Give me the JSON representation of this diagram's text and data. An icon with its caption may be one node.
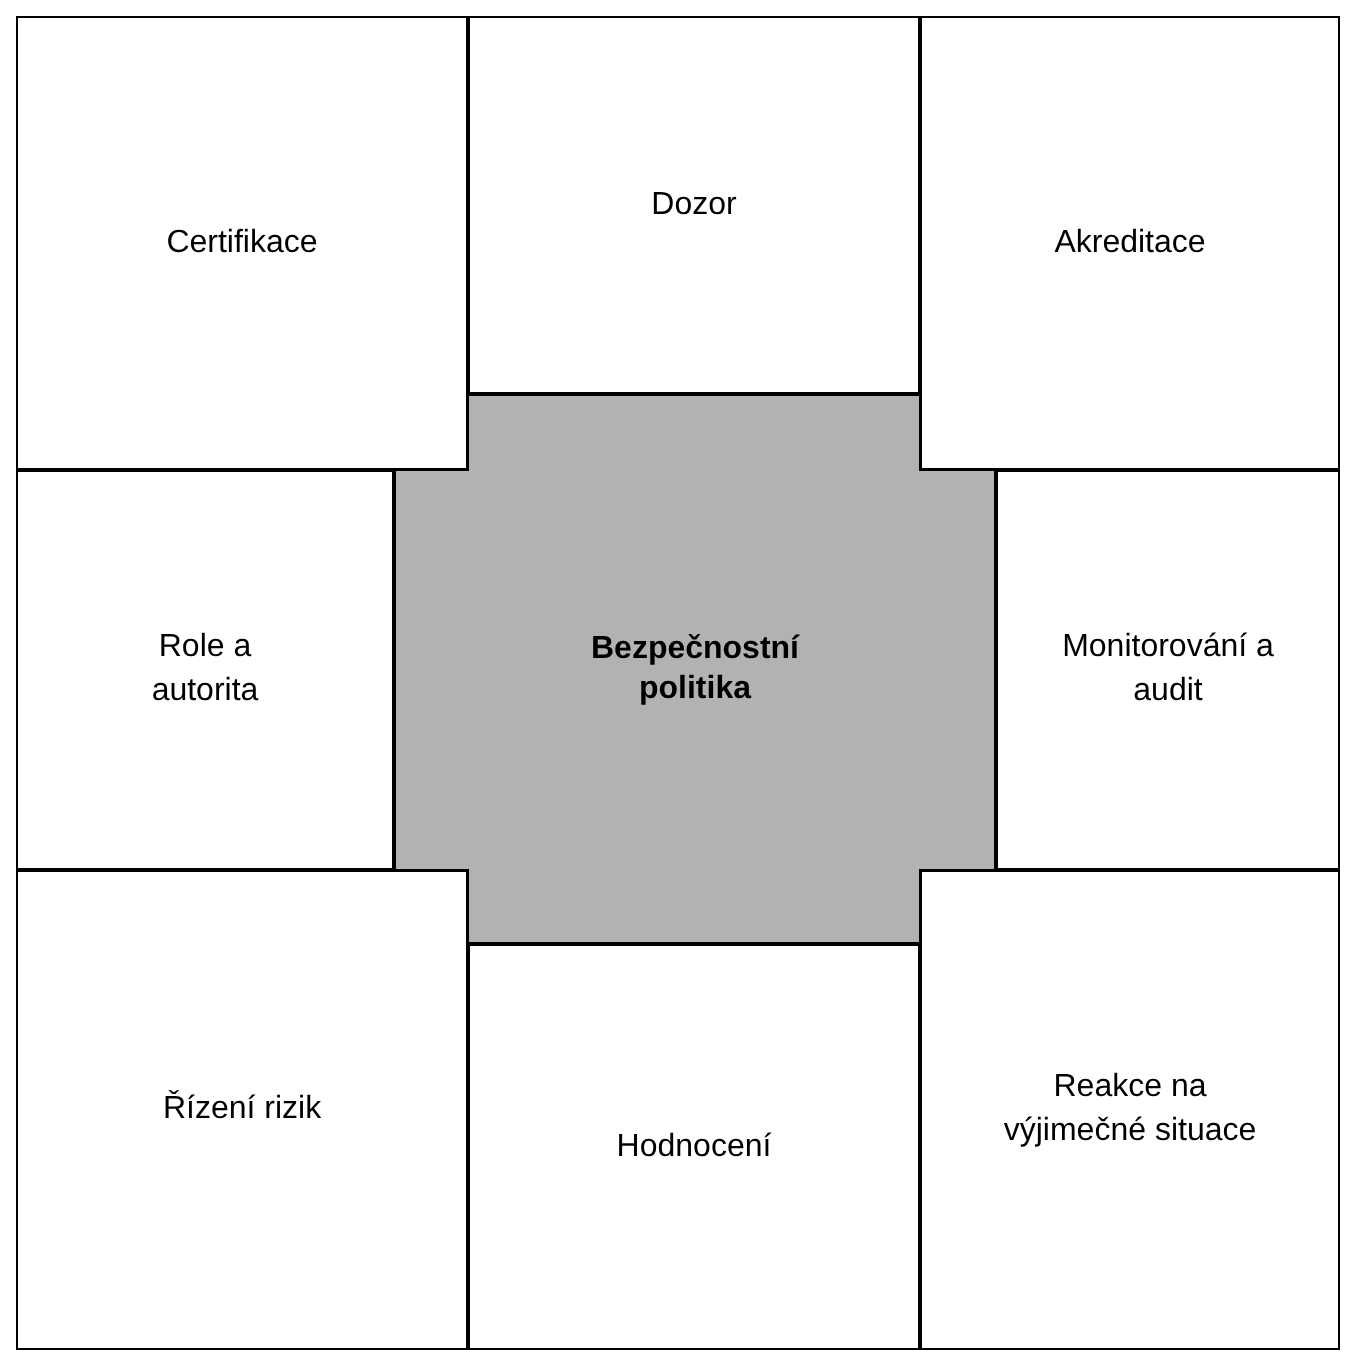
{
  "diagram": {
    "nodes": [
      {
        "text": [
          "Certifikace"
        ]
      },
      {
        "text": [
          "Dozor"
        ]
      },
      {
        "text": [
          "Akreditace"
        ]
      },
      {
        "text": [
          "Role a autorita"
        ]
      },
      {
        "text": [
          "Bezpečnostní politika"
        ]
      },
      {
        "text": [
          "Monitorování a audit"
        ]
      },
      {
        "text": [
          "Řízení rizik"
        ]
      },
      {
        "text": [
          "Hodnocení"
        ]
      },
      {
        "text": [
          "Reakce na výjimečné situace"
        ]
      }
    ]
  }
}
